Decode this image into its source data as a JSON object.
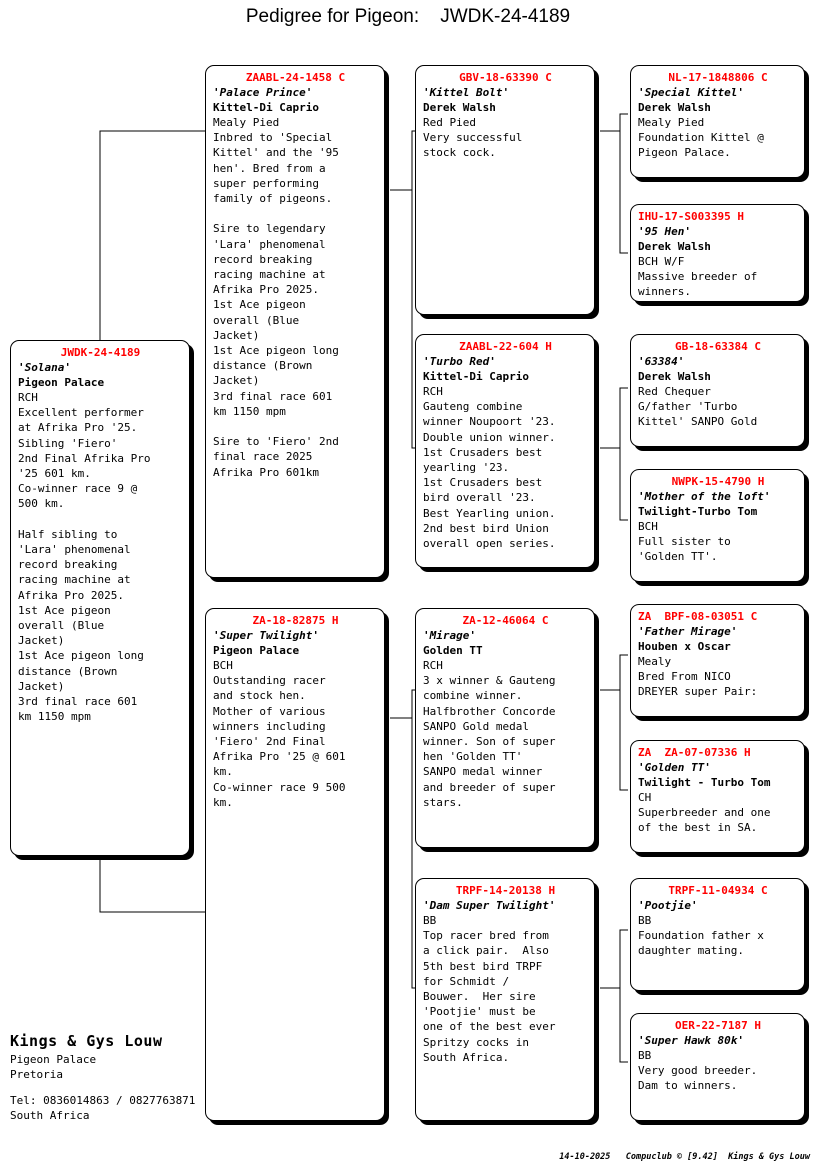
{
  "header": {
    "title": "Pedigree for Pigeon:    JWDK-24-4189"
  },
  "subject": {
    "ring": "JWDK-24-4189",
    "name": "'Solana'",
    "strain": "Pigeon Palace",
    "notes": "RCH\nExcellent performer\nat Afrika Pro '25.\nSibling 'Fiero'\n2nd Final Afrika Pro\n'25 601 km.\nCo-winner race 9 @\n500 km.\n\nHalf sibling to\n'Lara' phenomenal\nrecord breaking\nracing machine at\nAfrika Pro 2025.\n1st Ace pigeon\noverall (Blue\nJacket)\n1st Ace pigeon long\ndistance (Brown\nJacket)\n3rd final race 601\nkm 1150 mpm"
  },
  "gen1": [
    {
      "ring": "ZAABL-24-1458 C",
      "name": "'Palace Prince'",
      "strain": "Kittel-Di Caprio",
      "notes": "Mealy Pied\nInbred to 'Special\nKittel' and the '95\nhen'. Bred from a\nsuper performing\nfamily of pigeons.\n\nSire to legendary\n'Lara' phenomenal\nrecord breaking\nracing machine at\nAfrika Pro 2025.\n1st Ace pigeon\noverall (Blue\nJacket)\n1st Ace pigeon long\ndistance (Brown\nJacket)\n3rd final race 601\nkm 1150 mpm\n\nSire to 'Fiero' 2nd\nfinal race 2025\nAfrika Pro 601km"
    },
    {
      "ring": "ZA-18-82875 H",
      "name": "'Super Twilight'",
      "strain": "Pigeon Palace",
      "notes": "BCH\nOutstanding racer\nand stock hen.\nMother of various\nwinners including\n'Fiero' 2nd Final\nAfrika Pro '25 @ 601\nkm.\nCo-winner race 9 500\nkm."
    }
  ],
  "gen2": [
    {
      "ring": "GBV-18-63390 C",
      "name": "'Kittel Bolt'",
      "strain": "Derek Walsh",
      "notes": "Red Pied\nVery successful\nstock cock."
    },
    {
      "ring": "ZAABL-22-604 H",
      "name": "'Turbo Red'",
      "strain": "Kittel-Di Caprio",
      "notes": "RCH\nGauteng combine\nwinner Noupoort '23.\nDouble union winner.\n1st Crusaders best\nyearling '23.\n1st Crusaders best\nbird overall '23.\nBest Yearling union.\n2nd best bird Union\noverall open series."
    },
    {
      "ring": "ZA-12-46064 C",
      "name": "'Mirage'",
      "strain": "Golden TT",
      "notes": "RCH\n3 x winner & Gauteng\ncombine winner.\nHalfbrother Concorde\nSANPO Gold medal\nwinner. Son of super\nhen 'Golden TT'\nSANPO medal winner\nand breeder of super\nstars."
    },
    {
      "ring": "TRPF-14-20138 H",
      "name": "'Dam Super Twilight'",
      "strain": "",
      "notes": "BB\nTop racer bred from\na click pair.  Also\n5th best bird TRPF\nfor Schmidt /\nBouwer.  Her sire\n'Pootjie' must be\none of the best ever\nSpritzy cocks in\nSouth Africa."
    }
  ],
  "gen3": [
    {
      "ring": "NL-17-1848806 C",
      "ring_align": "center",
      "name": "'Special Kittel'",
      "strain": "Derek Walsh",
      "notes": "Mealy Pied\nFoundation Kittel @\nPigeon Palace."
    },
    {
      "ring": "IHU-17-S003395 H",
      "ring_align": "left",
      "name": "'95 Hen'",
      "strain": "Derek Walsh",
      "notes": "BCH W/F\nMassive breeder of\nwinners."
    },
    {
      "ring": "GB-18-63384 C",
      "ring_align": "center",
      "name": "'63384'",
      "strain": "Derek Walsh",
      "notes": "Red Chequer\nG/father 'Turbo\nKittel' SANPO Gold"
    },
    {
      "ring": "NWPK-15-4790 H",
      "ring_align": "center",
      "name": "'Mother of the loft'",
      "strain": "Twilight-Turbo Tom",
      "notes": "BCH\nFull sister to\n'Golden TT'."
    },
    {
      "ring": "ZA  BPF-08-03051 C",
      "ring_align": "left",
      "name": "'Father Mirage'",
      "strain": "Houben x Oscar",
      "notes": "Mealy\nBred From NICO\nDREYER super Pair:"
    },
    {
      "ring": "ZA  ZA-07-07336 H",
      "ring_align": "left",
      "name": "'Golden TT'",
      "strain": "Twilight - Turbo Tom",
      "notes": "CH\nSuperbreeder and one\nof the best in SA."
    },
    {
      "ring": "TRPF-11-04934 C",
      "ring_align": "center",
      "name": "'Pootjie'",
      "strain": "",
      "notes": "BB\nFoundation father x\ndaughter mating."
    },
    {
      "ring": "OER-22-7187 H",
      "ring_align": "center",
      "name": "'Super Hawk 80k'",
      "strain": "",
      "notes": "BB\nVery good breeder.\nDam to winners."
    }
  ],
  "loft": {
    "name": "Kings & Gys Louw",
    "line1": "Pigeon Palace",
    "line2": "Pretoria",
    "line3": "Tel: 0836014863 / 0827763871",
    "line4": "South Africa"
  },
  "footer": {
    "credit": "14-10-2025   Compuclub © [9.42]  Kings & Gys Louw"
  },
  "colors": {
    "ring_red": "#ff0000",
    "text_black": "#000000",
    "background": "#ffffff"
  }
}
